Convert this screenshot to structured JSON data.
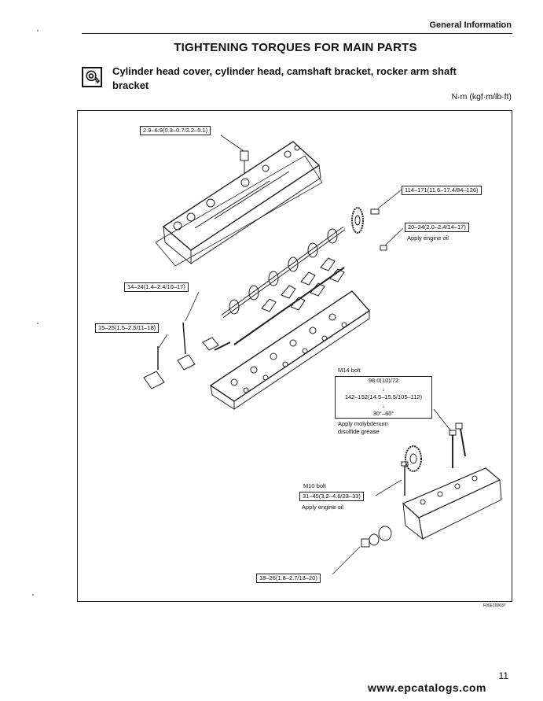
{
  "header": {
    "section": "General Information",
    "title": "TIGHTENING TORQUES FOR MAIN PARTS",
    "subtitle": "Cylinder head cover, cylinder head, camshaft bracket, rocker arm shaft bracket",
    "units": "N·m (kgf·m/lb·ft)"
  },
  "callouts": {
    "cover_nut": "2.9–6.9(0.3–0.7/2.2–5.1)",
    "cam_gear_bolt": "114–171(11.6–17.4/84–126)",
    "cam_nut": "20–24(2.0–2.4/14–17)",
    "cam_nut_note": "Apply engine oil",
    "rocker_bolt": "14–24(1.4–2.4/10–17)",
    "bracket_bolt": "15–25(1.5–2.5/11–18)",
    "m14_title": "M14 bolt",
    "m14_step1": "98.0(10)/72",
    "m14_arrow1": "↓",
    "m14_step2": "142–152(14.5–15.5/105–112)",
    "m14_arrow2": "↓",
    "m14_step3": "30°–60°",
    "m14_note1": "Apply molybdenum",
    "m14_note2": "disulfide grease",
    "m10_title": "M10 bolt",
    "m10_value": "31–45(3.2–4.6/23–33)",
    "m10_note": "Apply engine oil",
    "plug": "18–26(1.8–2.7/13–20)"
  },
  "figure_code": "F06E100037",
  "page_number": "11",
  "watermark": "www.epcatalogs.com",
  "icons": {
    "tool": "wrench-icon"
  }
}
